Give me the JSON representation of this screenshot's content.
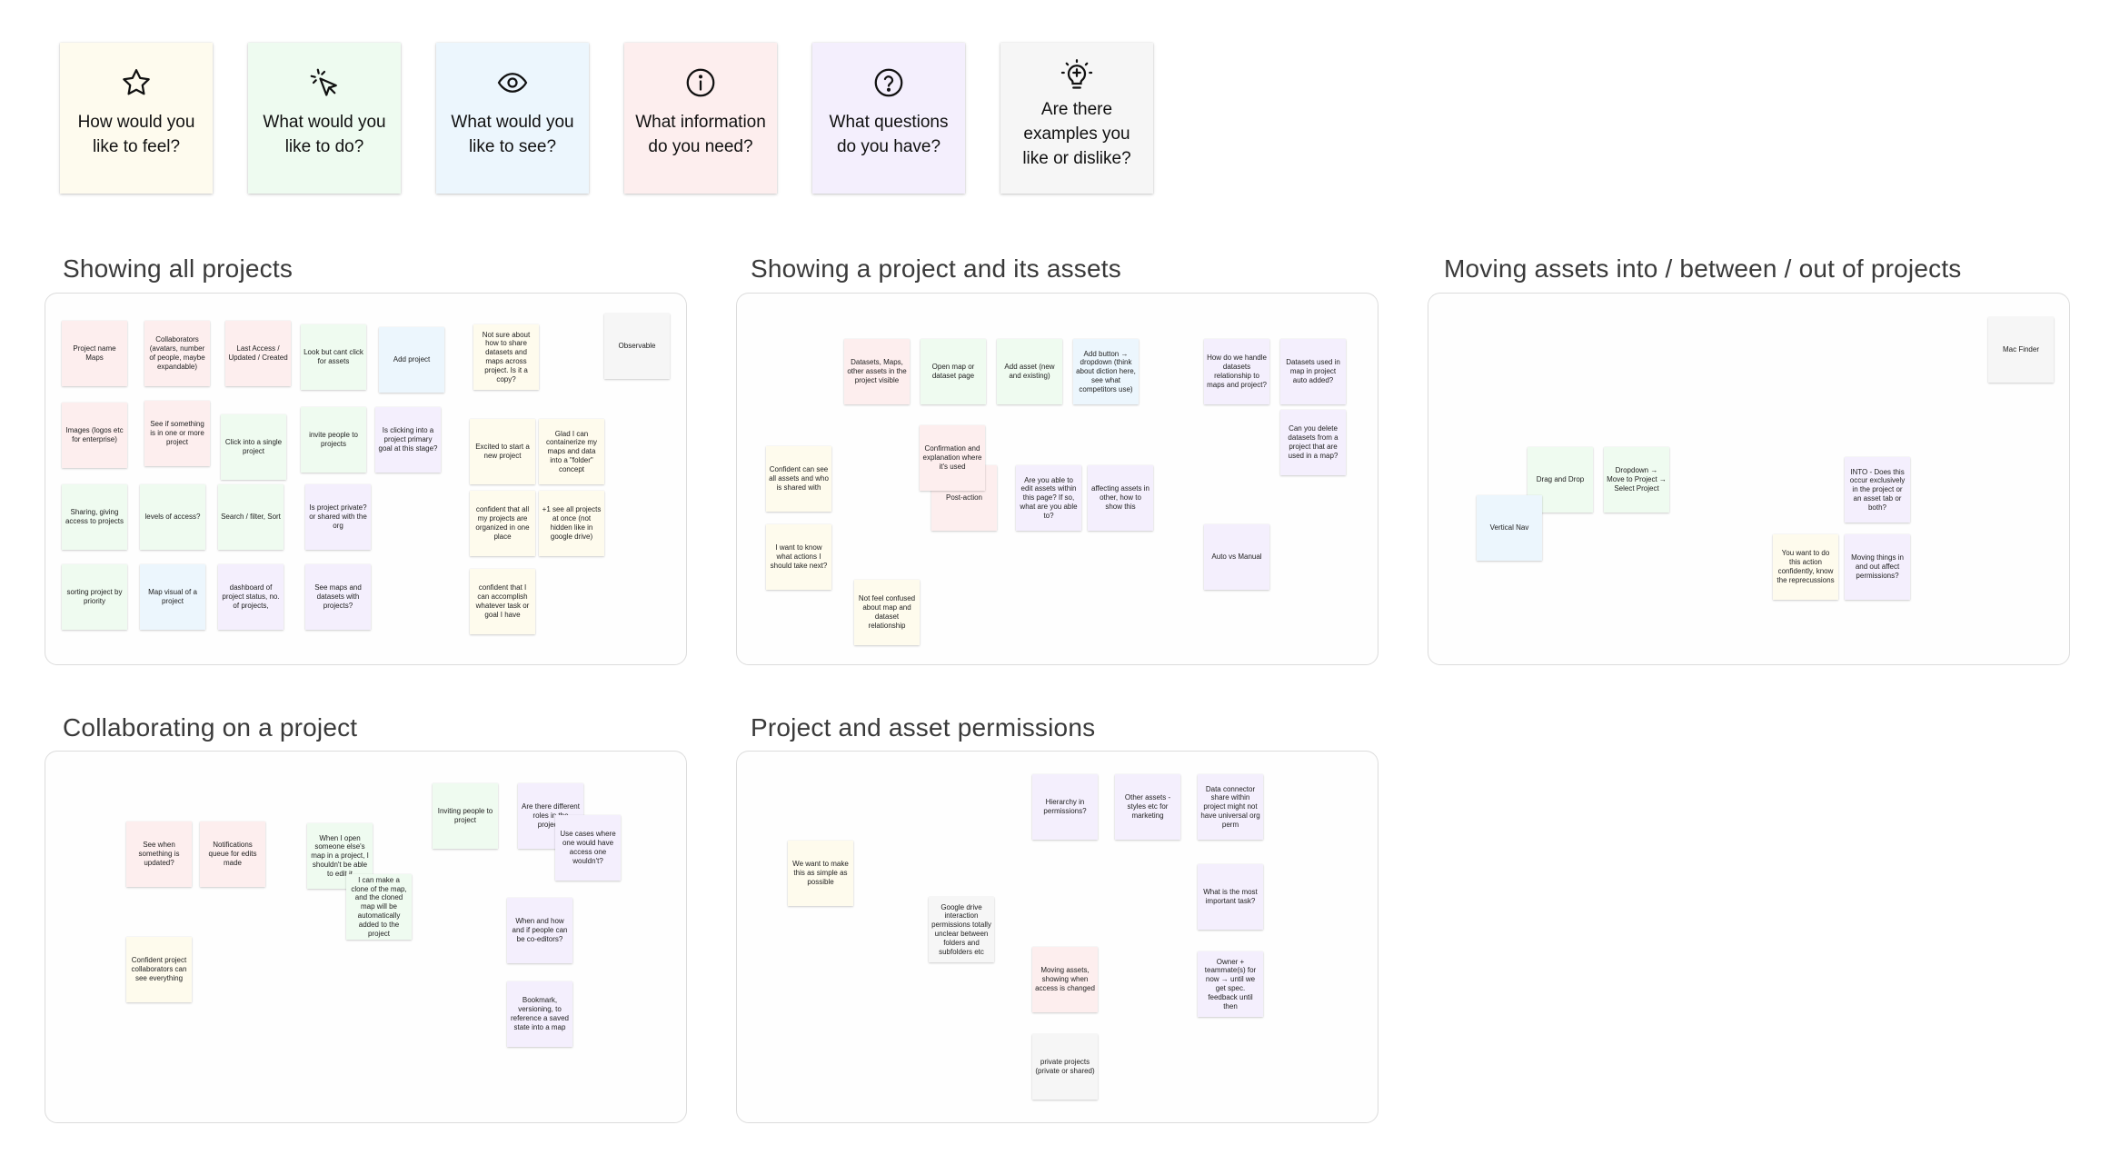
{
  "colors": {
    "red": "#fdeeee",
    "green": "#effbf0",
    "blue": "#ecf6fd",
    "yellow": "#fefbed",
    "purple": "#f4effd",
    "gray": "#f6f6f6"
  },
  "prompts": [
    {
      "icon": "star-icon",
      "text": "How would you like to feel?"
    },
    {
      "icon": "cursor-click-icon",
      "text": "What would you like to do?"
    },
    {
      "icon": "eye-icon",
      "text": "What would you like to see?"
    },
    {
      "icon": "info-icon",
      "text": "What information do you need?"
    },
    {
      "icon": "question-icon",
      "text": "What questions do you have?"
    },
    {
      "icon": "lightbulb-icon",
      "text": "Are there examples you like or dislike?"
    }
  ],
  "sections": {
    "showing_all_projects": {
      "title": "Showing all projects",
      "notes": [
        "Project name Maps",
        "Collaborators (avatars, number of people, maybe expandable)",
        "Last Access / Updated / Created",
        "Look but cant click for assets",
        "Add project",
        "Not sure about how to share datasets and maps across project. Is it a copy?",
        "Observable",
        "Images (logos etc for enterprise)",
        "See if something is in one or more project",
        "Click into a single project",
        "invite people to projects",
        "Is clicking into a project primary goal at this stage?",
        "Excited to start a new project",
        "Glad I can containerize my maps and data into a \"folder\" concept",
        "Sharing, giving access to projects",
        "levels of access?",
        "Search / filter, Sort",
        "Is project private? or shared with the org",
        "confident that all my projects are organized in one place",
        "+1 see all projects at once (not hidden like in google drive)",
        "sorting project by priority",
        "Map visual of a project",
        "dashboard of project status, no. of projects,",
        "See maps and datasets with projects?",
        "confident that I can accomplish whatever task or goal I have"
      ]
    },
    "showing_project_assets": {
      "title": "Showing a project and its assets",
      "notes": [
        "Datasets, Maps, other assets in the project visible",
        "Open map or dataset page",
        "Add asset (new and existing)",
        "Add button → dropdown (think about diction here, see what competitors use)",
        "How do we handle datasets relationship to maps and project?",
        "Datasets used in map in project auto added?",
        "Confident can see all assets and who is shared with",
        "Post-action",
        "Confirmation and explanation where it's used",
        "Are you able to edit assets within this page? If so, what are you able to?",
        "affecting assets in other, how to show this",
        "Can you delete datasets from a project that are used in a map?",
        "I want to know what actions I should take next?",
        "Auto vs Manual",
        "Not feel confused about map and dataset relationship"
      ]
    },
    "moving_assets": {
      "title": "Moving assets into / between / out of projects",
      "notes": [
        "Mac Finder",
        "Drag and Drop",
        "Dropdown → Move to Project → Select Project",
        "INTO - Does this occur exclusively in the project or an asset tab or both?",
        "Vertical Nav",
        "You want to do this action confidently, know the reprecussions",
        "Moving things in and out affect permissions?"
      ]
    },
    "collaborating": {
      "title": "Collaborating on a project",
      "notes": [
        "Inviting people to project",
        "Are there different roles in the project?",
        "Use cases where one would have access one wouldn't?",
        "See when something is updated?",
        "Notifications queue for edits made",
        "When I open someone else's map in a project, I shouldn't be able to edit it",
        "I can make a clone of the map, and the cloned map will be automatically added to the project",
        "When and how and if people can be co-editors?",
        "Confident project collaborators can see everything",
        "Bookmark, versioning, to reference a saved state into a map"
      ]
    },
    "permissions": {
      "title": "Project and asset permissions",
      "notes": [
        "Hierarchy in permissions?",
        "Other assets - styles etc for marketing",
        "Data connector share within project might not have universal org perm",
        "We want to make this as simple as possible",
        "Google drive interaction permissions totally unclear between folders and subfolders etc",
        "What is the most important task?",
        "Moving assets, showing when access is changed",
        "Owner + teammate(s) for now → until we get spec. feedback until then",
        "private projects (private or shared)"
      ]
    }
  }
}
